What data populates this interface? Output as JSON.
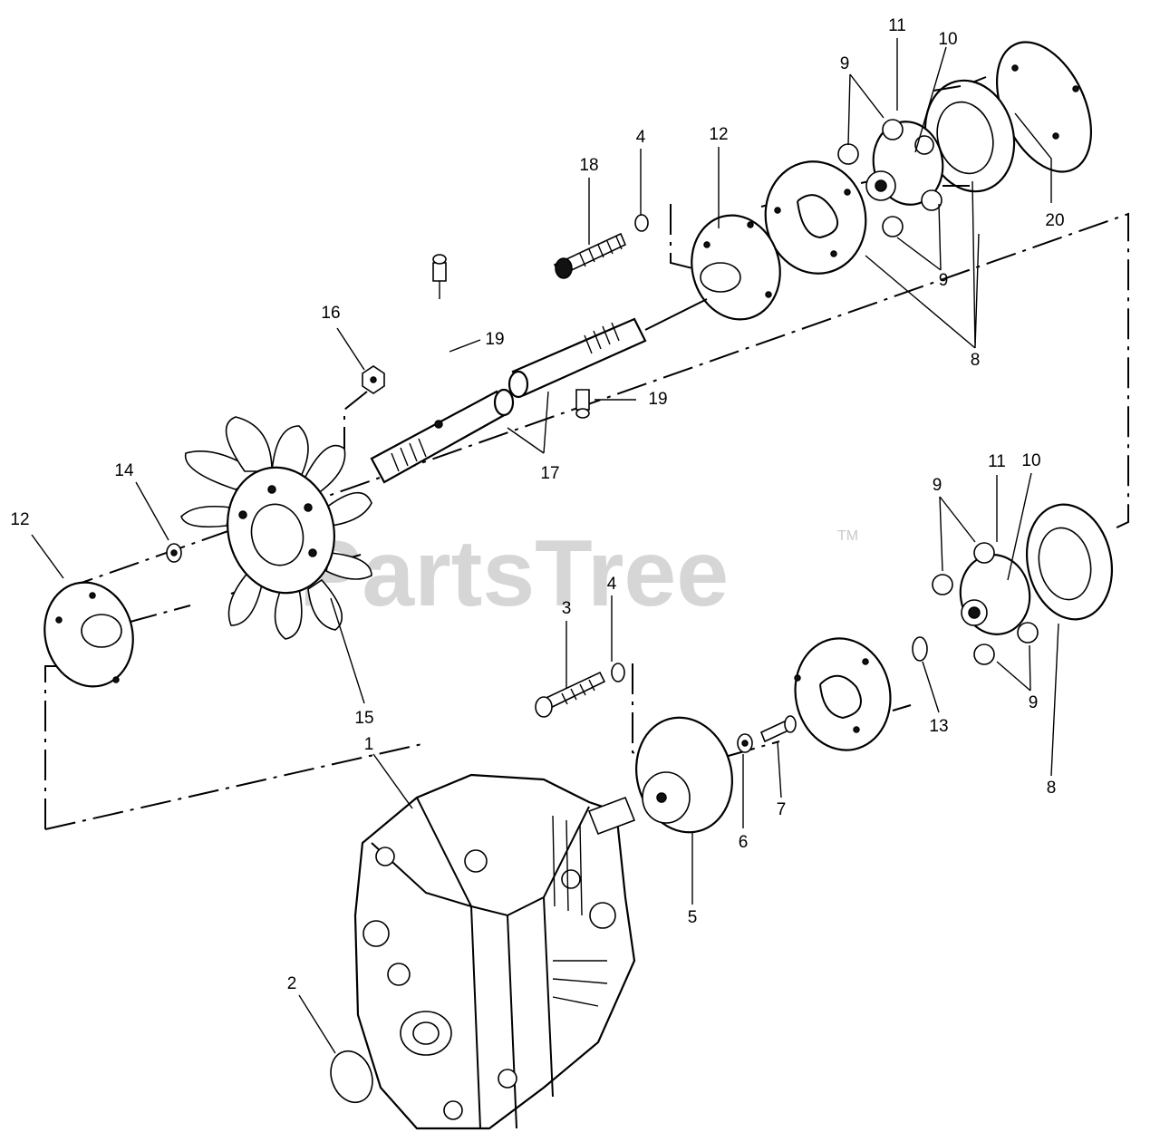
{
  "watermark": {
    "text": "PartsTree",
    "trademark": "TM"
  },
  "callouts": [
    {
      "id": "c18",
      "label": "18"
    },
    {
      "id": "c4a",
      "label": "4"
    },
    {
      "id": "c12a",
      "label": "12"
    },
    {
      "id": "c11a",
      "label": "11"
    },
    {
      "id": "c10a",
      "label": "10"
    },
    {
      "id": "c9a",
      "label": "9"
    },
    {
      "id": "c9b",
      "label": "9"
    },
    {
      "id": "c20",
      "label": "20"
    },
    {
      "id": "c8a",
      "label": "8"
    },
    {
      "id": "c16",
      "label": "16"
    },
    {
      "id": "c19a",
      "label": "19"
    },
    {
      "id": "c19b",
      "label": "19"
    },
    {
      "id": "c17",
      "label": "17"
    },
    {
      "id": "c14",
      "label": "14"
    },
    {
      "id": "c12b",
      "label": "12"
    },
    {
      "id": "c15",
      "label": "15"
    },
    {
      "id": "c9c",
      "label": "9"
    },
    {
      "id": "c11b",
      "label": "11"
    },
    {
      "id": "c10b",
      "label": "10"
    },
    {
      "id": "c3",
      "label": "3"
    },
    {
      "id": "c4b",
      "label": "4"
    },
    {
      "id": "c13",
      "label": "13"
    },
    {
      "id": "c9d",
      "label": "9"
    },
    {
      "id": "c8b",
      "label": "8"
    },
    {
      "id": "c1",
      "label": "1"
    },
    {
      "id": "c7",
      "label": "7"
    },
    {
      "id": "c6",
      "label": "6"
    },
    {
      "id": "c5",
      "label": "5"
    },
    {
      "id": "c2",
      "label": "2"
    }
  ]
}
